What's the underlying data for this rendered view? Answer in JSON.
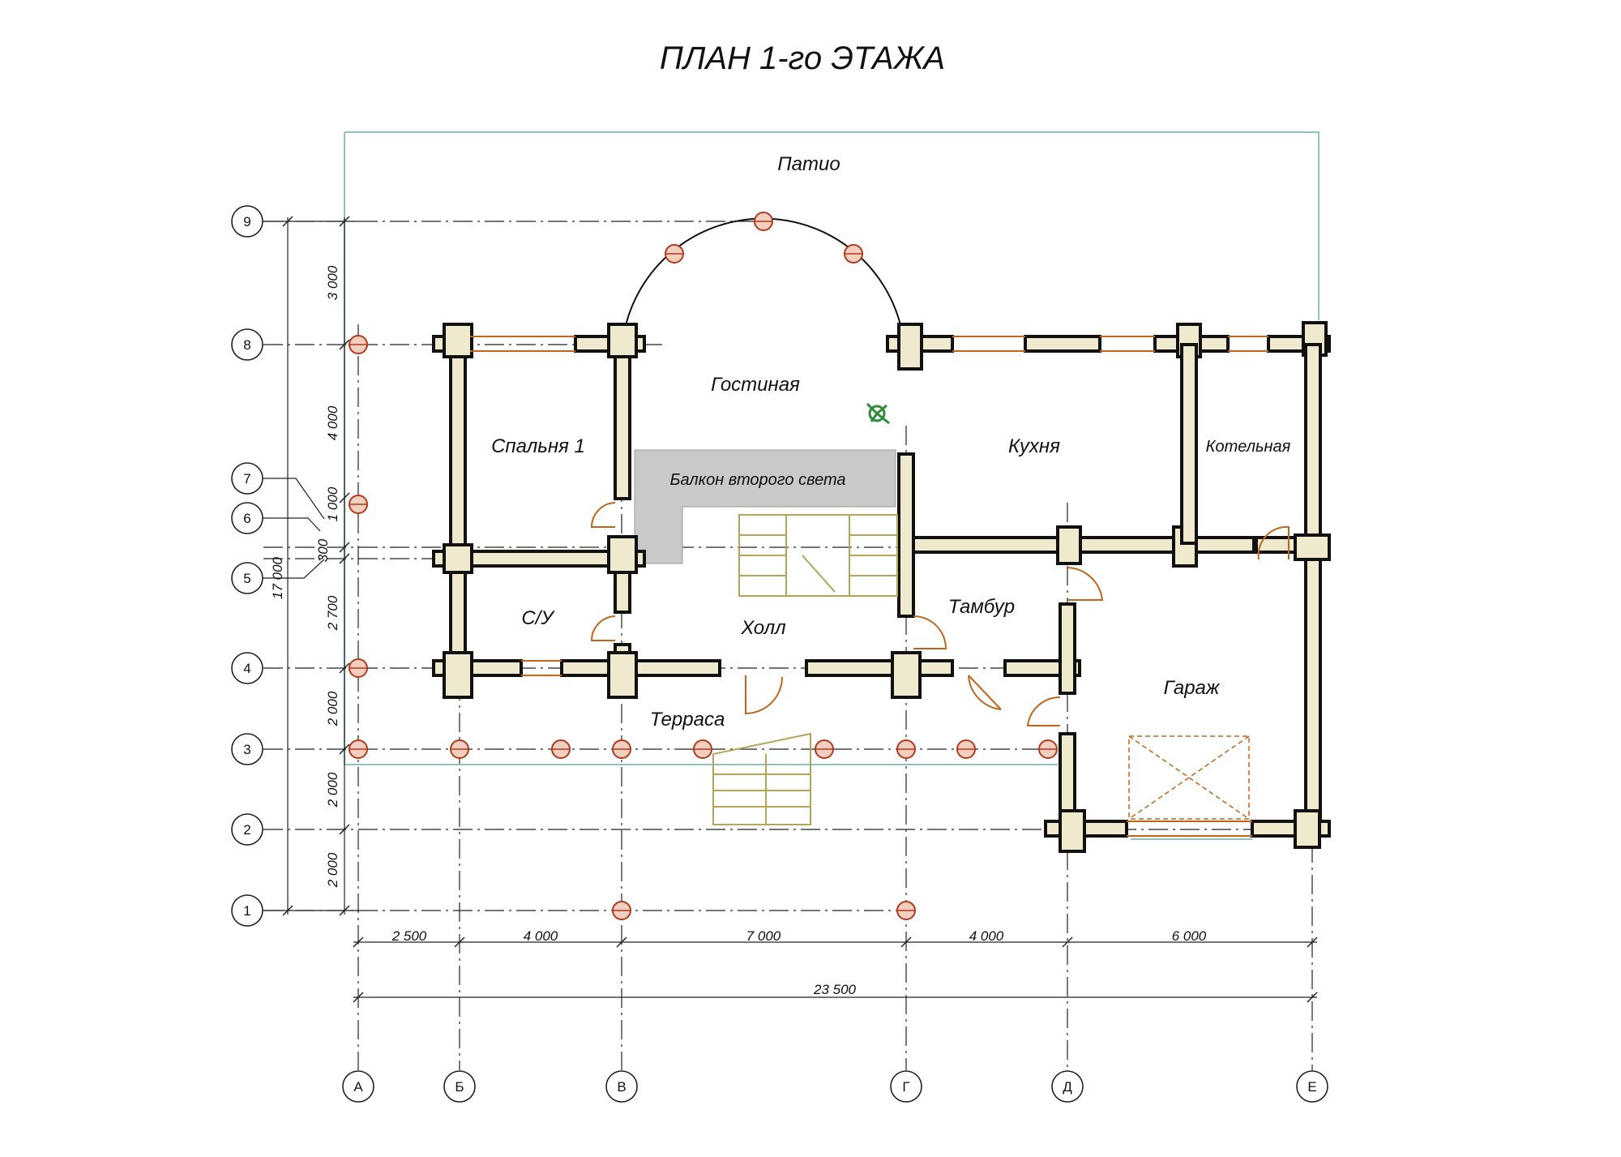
{
  "title": "ПЛАН  1-го  ЭТАЖА",
  "rooms": {
    "patio": "Патио",
    "living": "Гостиная",
    "bedroom": "Спальня 1",
    "balcony": "Балкон второго света",
    "kitchen": "Кухня",
    "boiler": "Котельная",
    "bathroom": "С/У",
    "hall": "Холл",
    "vestibule": "Тамбур",
    "garage": "Гараж",
    "terrace": "Терраса"
  },
  "axes": {
    "rows": [
      "9",
      "8",
      "7",
      "6",
      "5",
      "4",
      "3",
      "2",
      "1"
    ],
    "columns": [
      "А",
      "Б",
      "В",
      "Г",
      "Д",
      "Е"
    ]
  },
  "dimensions": {
    "horizontal": [
      "2 500",
      "4 000",
      "7 000",
      "4 000",
      "6 000"
    ],
    "horizontal_total": "23 500",
    "vertical": [
      "3 000",
      "4 000",
      "1 000",
      "300",
      "2 700",
      "2 000",
      "2 000",
      "2 000"
    ],
    "vertical_total": "17 000"
  }
}
